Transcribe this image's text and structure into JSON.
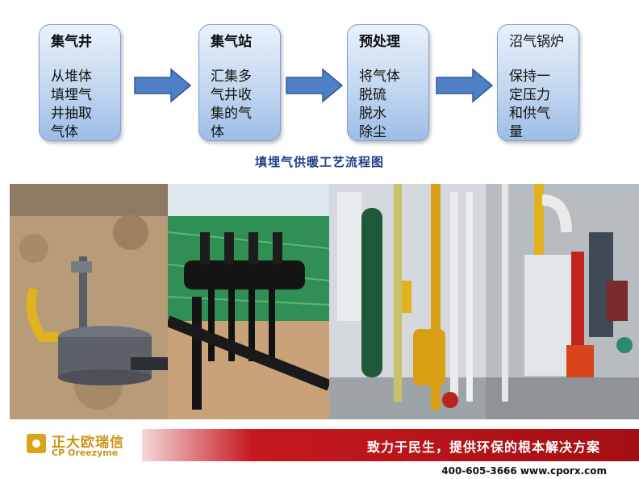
{
  "steps": [
    {
      "title": "集气井",
      "desc": "从堆体\n填埋气\n井抽取\n气体"
    },
    {
      "title": "集气站",
      "desc": "汇集多\n气井收\n集的气\n体"
    },
    {
      "title": "预处理",
      "desc": "将气体\n脱硫\n脱水\n除尘"
    },
    {
      "title": "沼气锅炉",
      "desc": "保持一\n定压力\n和供气\n量"
    }
  ],
  "caption": "填埋气供暖工艺流程图",
  "photos": [
    {
      "icon": "gas-well-photo"
    },
    {
      "icon": "gas-collection-station-photo"
    },
    {
      "icon": "pretreatment-equipment-photo"
    },
    {
      "icon": "biogas-boiler-photo"
    }
  ],
  "footer": {
    "logo_cn": "正大欧瑞信",
    "logo_en": "CP Oreezyme",
    "slogan": "致力于民生，提供环保的根本解决方案",
    "contact": "400-605-3666  www.cporx.com"
  },
  "colors": {
    "box_fill": "#c3d7f0",
    "arrow_fill": "#4f7fc4",
    "caption": "#1f3f8c",
    "banner_red": "#c6191f",
    "logo_gold": "#c99515"
  }
}
